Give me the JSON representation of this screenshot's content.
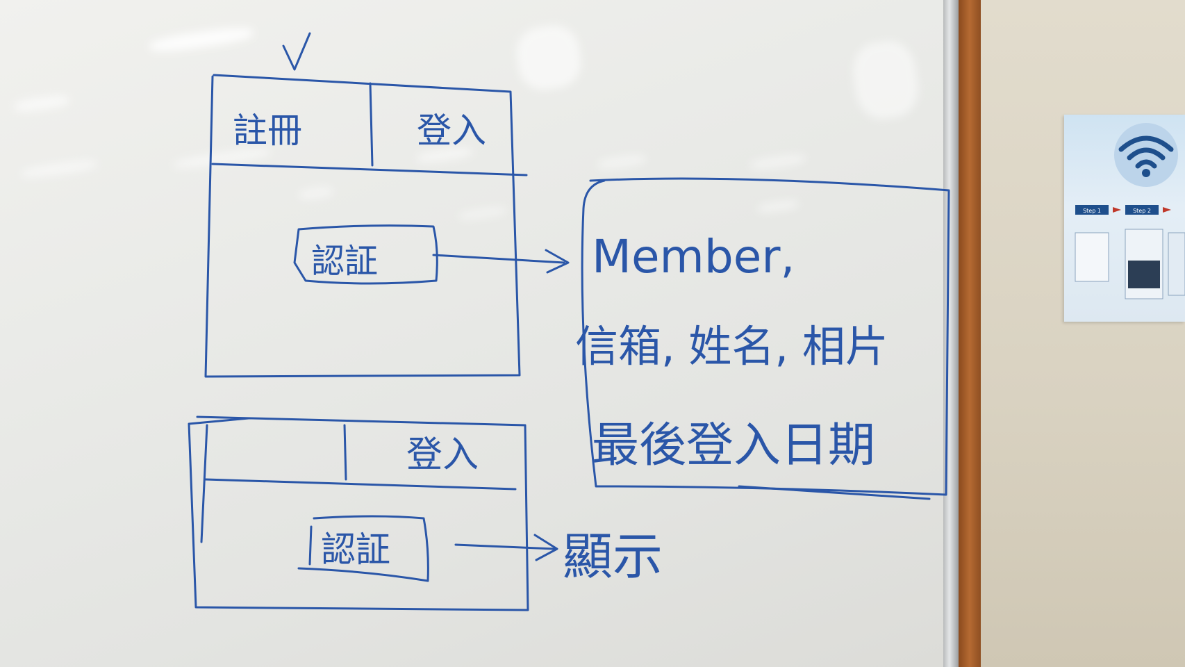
{
  "board": {
    "sketch_top": {
      "tab_register": "註冊",
      "tab_login": "登入",
      "button_auth": "認証",
      "check_mark": "V"
    },
    "sketch_bottom": {
      "tab_login": "登入",
      "button_auth": "認証"
    },
    "note_member": {
      "line1": "Member,",
      "line2": "信箱, 姓名, 相片",
      "line3": "最後登入日期"
    },
    "note_display": "顯示"
  },
  "colors": {
    "marker_ink": "#2a56a8",
    "board": "#ececea",
    "frame_wood": "#b56a32",
    "wall": "#dcd6c7",
    "poster_accent": "#1e4f8c",
    "poster_arrow": "#c0392b"
  },
  "poster": {
    "icon": "wifi-icon",
    "step1": "Step 1",
    "step2": "Step 2"
  }
}
